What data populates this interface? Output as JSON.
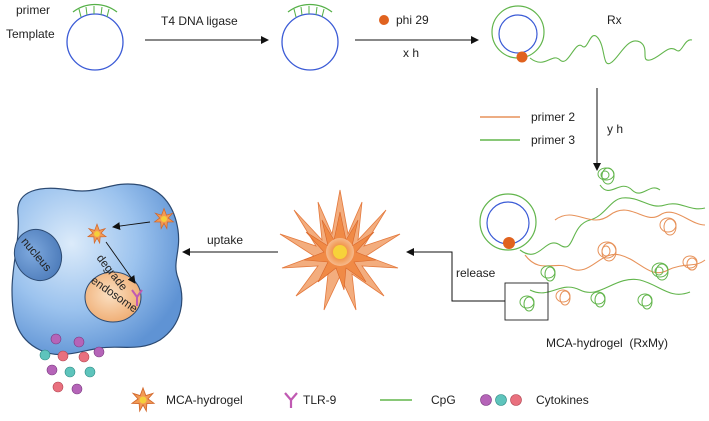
{
  "labels": {
    "primer": "primer",
    "template": "Template",
    "ligase": "T4 DNA ligase",
    "phi29": "phi 29",
    "x_h": "x h",
    "rx": "Rx",
    "primer2": "primer 2",
    "primer3": "primer 3",
    "y_h": "y h",
    "release": "release",
    "uptake": "uptake",
    "hydrogel_caption": "MCA-hydrogel  (RxMy)",
    "nucleus": "nucleus",
    "degrade": "degrade",
    "endosome": "endosome"
  },
  "legend": [
    {
      "icon": "mca-hydrogel-icon",
      "label": "MCA-hydrogel"
    },
    {
      "icon": "tlr9-icon",
      "label": "TLR-9"
    },
    {
      "icon": "cpg-line-icon",
      "label": "CpG"
    },
    {
      "icon": "cytokines-icon",
      "label": "Cytokines"
    }
  ],
  "colors": {
    "template_circle": "#3b5bd6",
    "primer_strand": "#55b047",
    "phi29_dot": "#e0621f",
    "cpg_green": "#62b54c",
    "primer2_orange": "#e7925a",
    "cell_fill": "#8db8e8",
    "cell_stroke": "#2c4a72",
    "endosome_fill": "#f3b781",
    "tlr9_purple": "#c05ab2",
    "cytokine_purple": "#b564b8",
    "cytokine_teal": "#5ec4bc",
    "cytokine_pink": "#e9707e"
  }
}
